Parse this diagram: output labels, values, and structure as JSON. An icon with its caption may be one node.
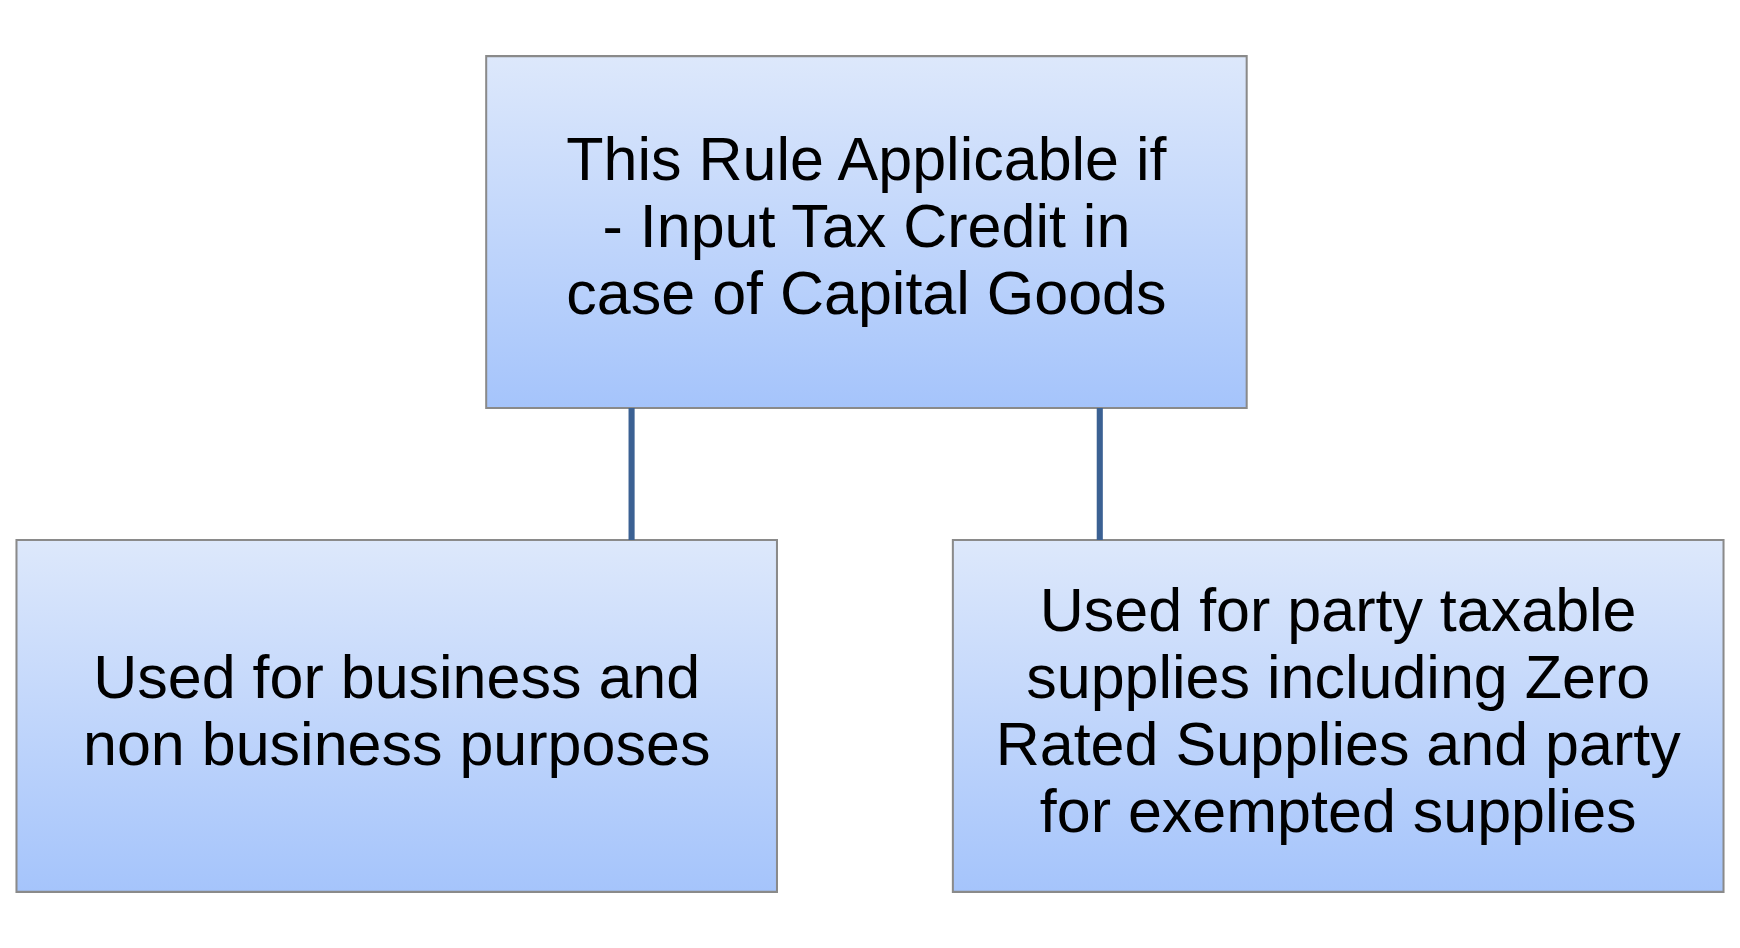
{
  "diagram": {
    "nodes": [
      {
        "text": [
          "This Rule Applicable if - Input Tax Credit in case of Capital Goods"
        ]
      },
      {
        "text": [
          "Used for business and non business purposes"
        ]
      },
      {
        "text": [
          "Used for party taxable supplies including Zero Rated Supplies and party for exempted supplies"
        ]
      }
    ],
    "edges": [
      {
        "from": 0,
        "to": 1,
        "arrow": "none"
      },
      {
        "from": 0,
        "to": 2,
        "arrow": "none"
      }
    ]
  }
}
